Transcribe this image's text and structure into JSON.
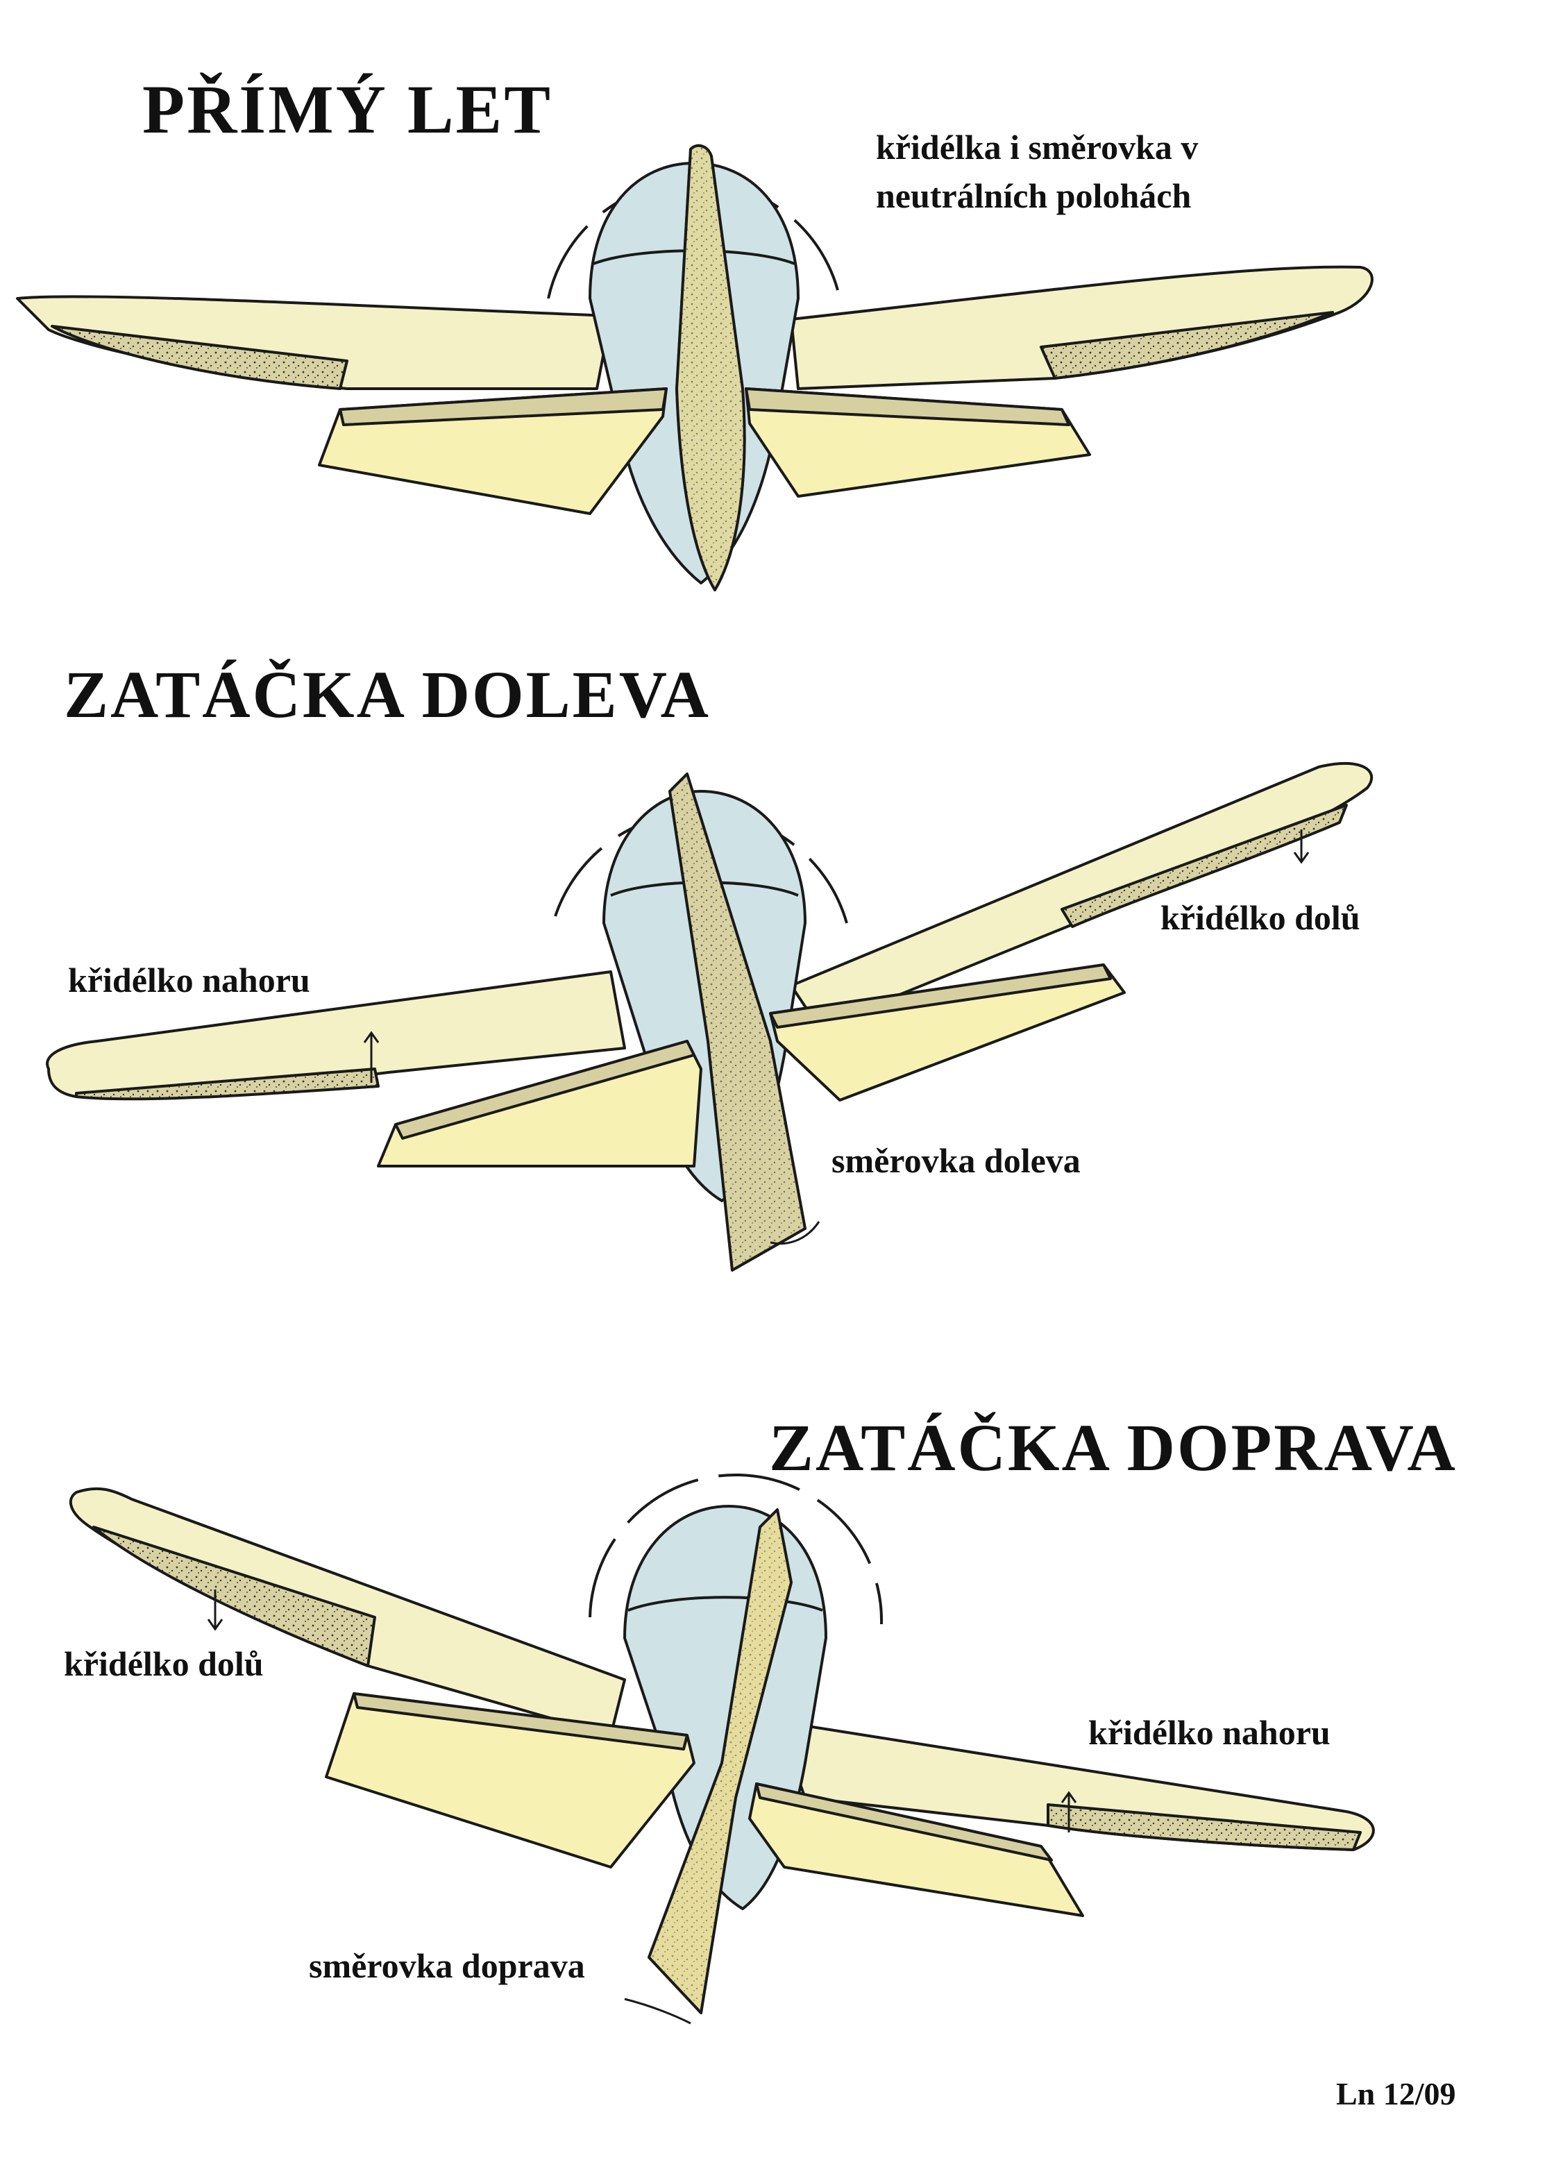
{
  "sections": {
    "straight": {
      "title": "PŘÍMÝ  LET",
      "note_line1": "křidélka i směrovka v",
      "note_line2": "neutrálních polohách"
    },
    "left_turn": {
      "title": "ZATÁČKA  DOLEVA",
      "aileron_down": "křidélko dolů",
      "aileron_up": "křidélko nahoru",
      "rudder": "směrovka doleva"
    },
    "right_turn": {
      "title": "ZATÁČKA  DOPRAVA",
      "aileron_down": "křidélko dolů",
      "aileron_up": "křidélko nahoru",
      "rudder": "směrovka doprava"
    }
  },
  "footer": {
    "ref": "Ln 12/09"
  },
  "colors": {
    "wing": "#f4f1c6",
    "tailplane": "#f7f2b4",
    "fuselage": "#cfe2e6",
    "fin": "#e9e2a2",
    "control_surface": "#d6d0a0",
    "outline": "#1a1a1a"
  }
}
